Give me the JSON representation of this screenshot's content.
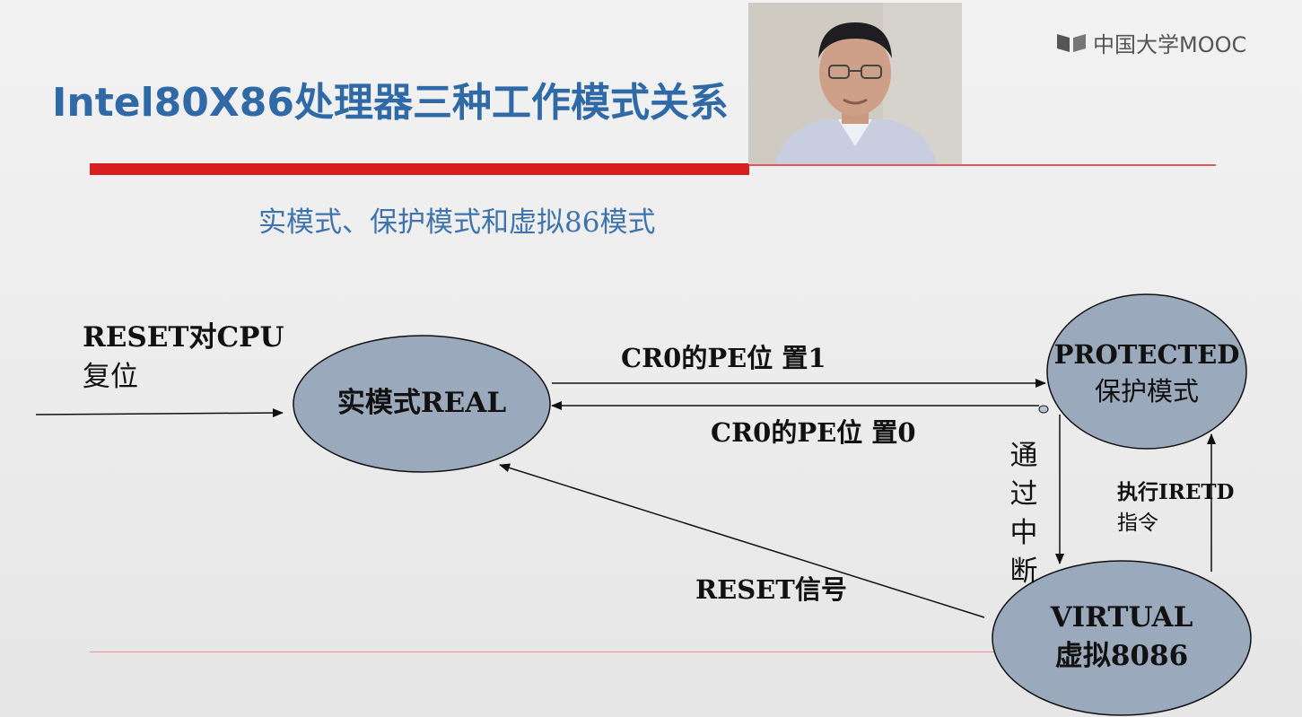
{
  "slide": {
    "title": "Intel80X86处理器三种工作模式关系",
    "logo": "中国大学MOOC",
    "subtitle": "实模式、保护模式和虚拟86模式"
  },
  "diagram": {
    "reset_cpu_line1": "RESET对CPU",
    "reset_cpu_line2": "复位",
    "real_mode": "实模式REAL",
    "protected_line1": "PROTECTED",
    "protected_line2": "保护模式",
    "virtual_line1": "VIRTUAL",
    "virtual_line2": "虚拟8086",
    "pe_set1": "CR0的PE位 置1",
    "pe_set0": "CR0的PE位 置0",
    "via_interrupt": [
      "通",
      "过",
      "中",
      "断"
    ],
    "iretd_line1": "执行IRETD",
    "iretd_line2": "指令",
    "reset_signal": "RESET信号"
  },
  "colors": {
    "title": "#2f6aa6",
    "subtitle": "#3f73ad",
    "accent_red": "#d71f1f",
    "node_fill": "#9aa9bc"
  }
}
